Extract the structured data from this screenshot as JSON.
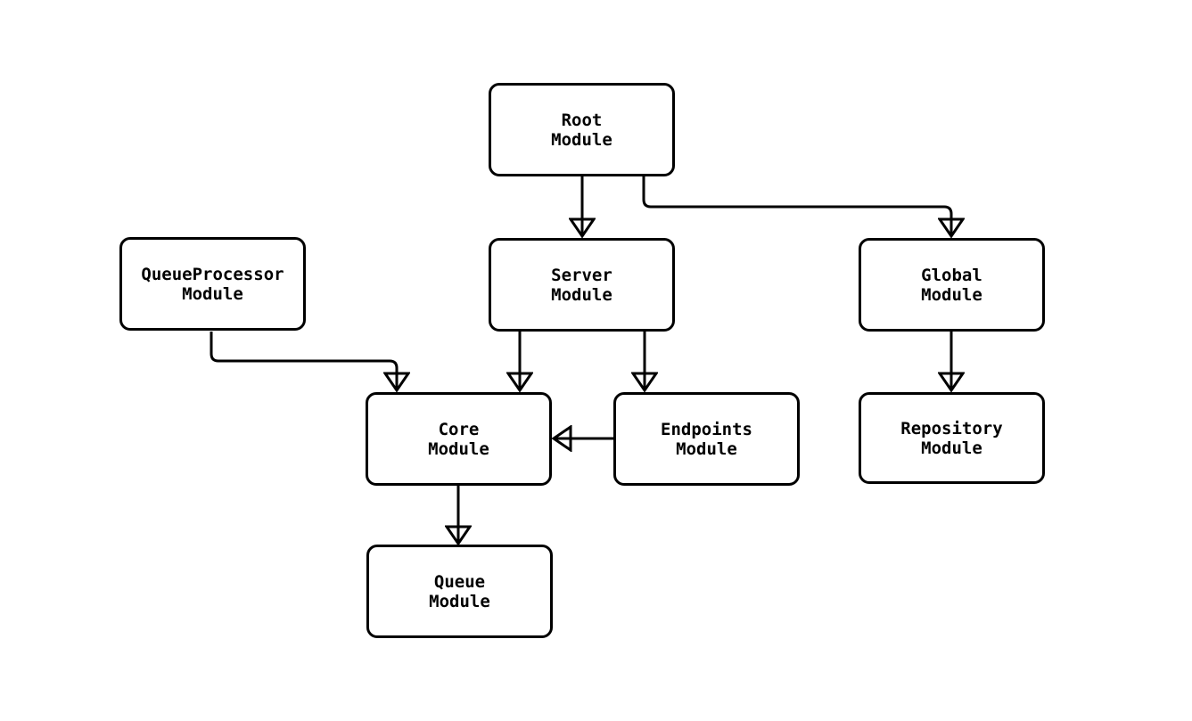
{
  "diagram": {
    "type": "flowchart",
    "nodes": {
      "root": {
        "id": "root",
        "label": "Root\nModule"
      },
      "queueprocessor": {
        "id": "queueprocessor",
        "label": "QueueProcessor\nModule"
      },
      "server": {
        "id": "server",
        "label": "Server\nModule"
      },
      "global": {
        "id": "global",
        "label": "Global\nModule"
      },
      "core": {
        "id": "core",
        "label": "Core\nModule"
      },
      "endpoints": {
        "id": "endpoints",
        "label": "Endpoints\nModule"
      },
      "repository": {
        "id": "repository",
        "label": "Repository\nModule"
      },
      "queue": {
        "id": "queue",
        "label": "Queue\nModule"
      }
    },
    "edges": [
      {
        "from": "Root Module",
        "to": "Server Module",
        "style": "arrow"
      },
      {
        "from": "Root Module",
        "to": "Global Module",
        "style": "arrow"
      },
      {
        "from": "QueueProcessor Module",
        "to": "Core Module",
        "style": "arrow"
      },
      {
        "from": "Server Module",
        "to": "Core Module",
        "style": "arrow"
      },
      {
        "from": "Server Module",
        "to": "Endpoints Module",
        "style": "arrow"
      },
      {
        "from": "Endpoints Module",
        "to": "Core Module",
        "style": "arrow"
      },
      {
        "from": "Global Module",
        "to": "Repository Module",
        "style": "arrow"
      },
      {
        "from": "Core Module",
        "to": "Queue Module",
        "style": "arrow"
      }
    ],
    "colors": {
      "stroke": "#000000",
      "node_fill": "#ffffff",
      "text": "#000000",
      "background": "#ffffff"
    }
  }
}
